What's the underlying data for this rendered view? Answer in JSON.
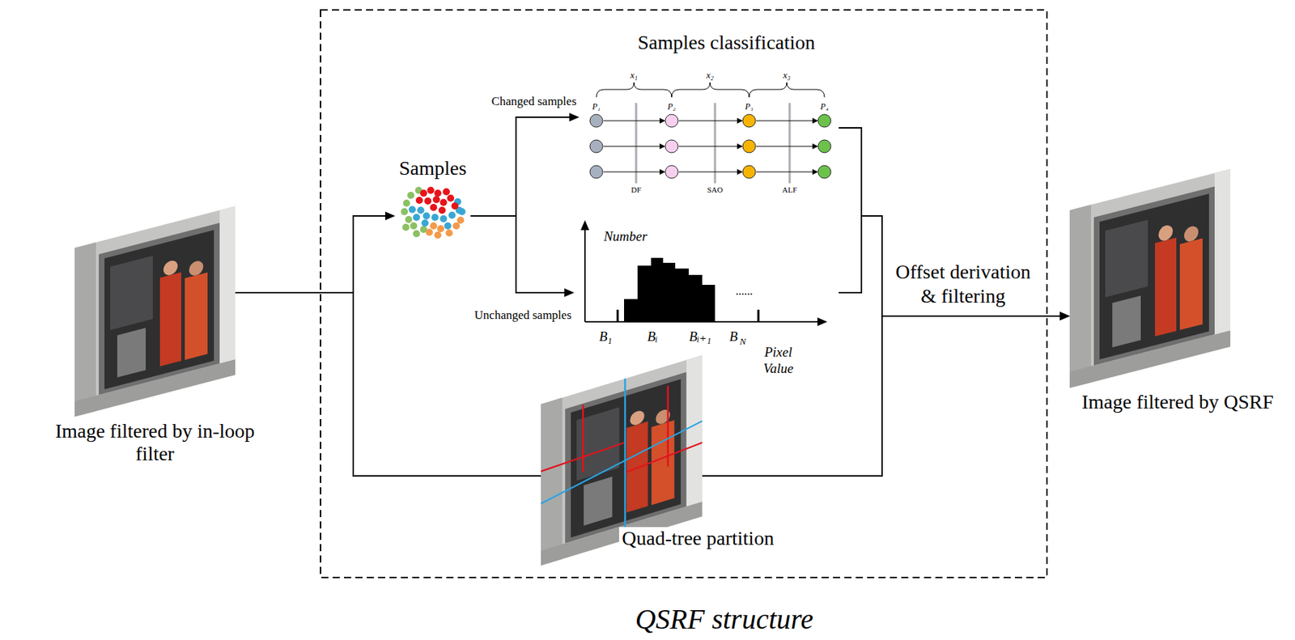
{
  "diagram": {
    "caption": "QSRF structure",
    "nodes": [
      {
        "text": [
          "Image filtered by in-loop filter"
        ]
      },
      {
        "text": [
          "Samples"
        ]
      },
      {
        "text": [
          "Changed samples"
        ]
      },
      {
        "text": [
          "Unchanged samples"
        ]
      },
      {
        "text": [
          "Quad-tree partition"
        ]
      },
      {
        "text": [
          "Image filtered by QSRF"
        ]
      }
    ],
    "edges": [
      {
        "from": 0,
        "to": 1,
        "arrow": "to"
      },
      {
        "from": 0,
        "to": 4,
        "arrow": "none"
      },
      {
        "from": 1,
        "to": 2,
        "arrow": "to"
      },
      {
        "from": 1,
        "to": 3,
        "arrow": "to"
      },
      {
        "from": 2,
        "to": 5,
        "arrow": "to"
      },
      {
        "from": 3,
        "to": 5,
        "arrow": "to"
      },
      {
        "from": 4,
        "to": 5,
        "arrow": "to"
      }
    ],
    "labels": [
      "Samples classification",
      "x₁",
      "x₂",
      "x₃",
      "P₁",
      "P₂",
      "P₃",
      "P₄",
      "DF",
      "SAO",
      "ALF",
      "Number",
      "B₁",
      "Bᵢ",
      "Bᵢ₊₁",
      "B",
      "N",
      "Pixel Value",
      "......",
      "Offset derivation & filtering"
    ]
  }
}
